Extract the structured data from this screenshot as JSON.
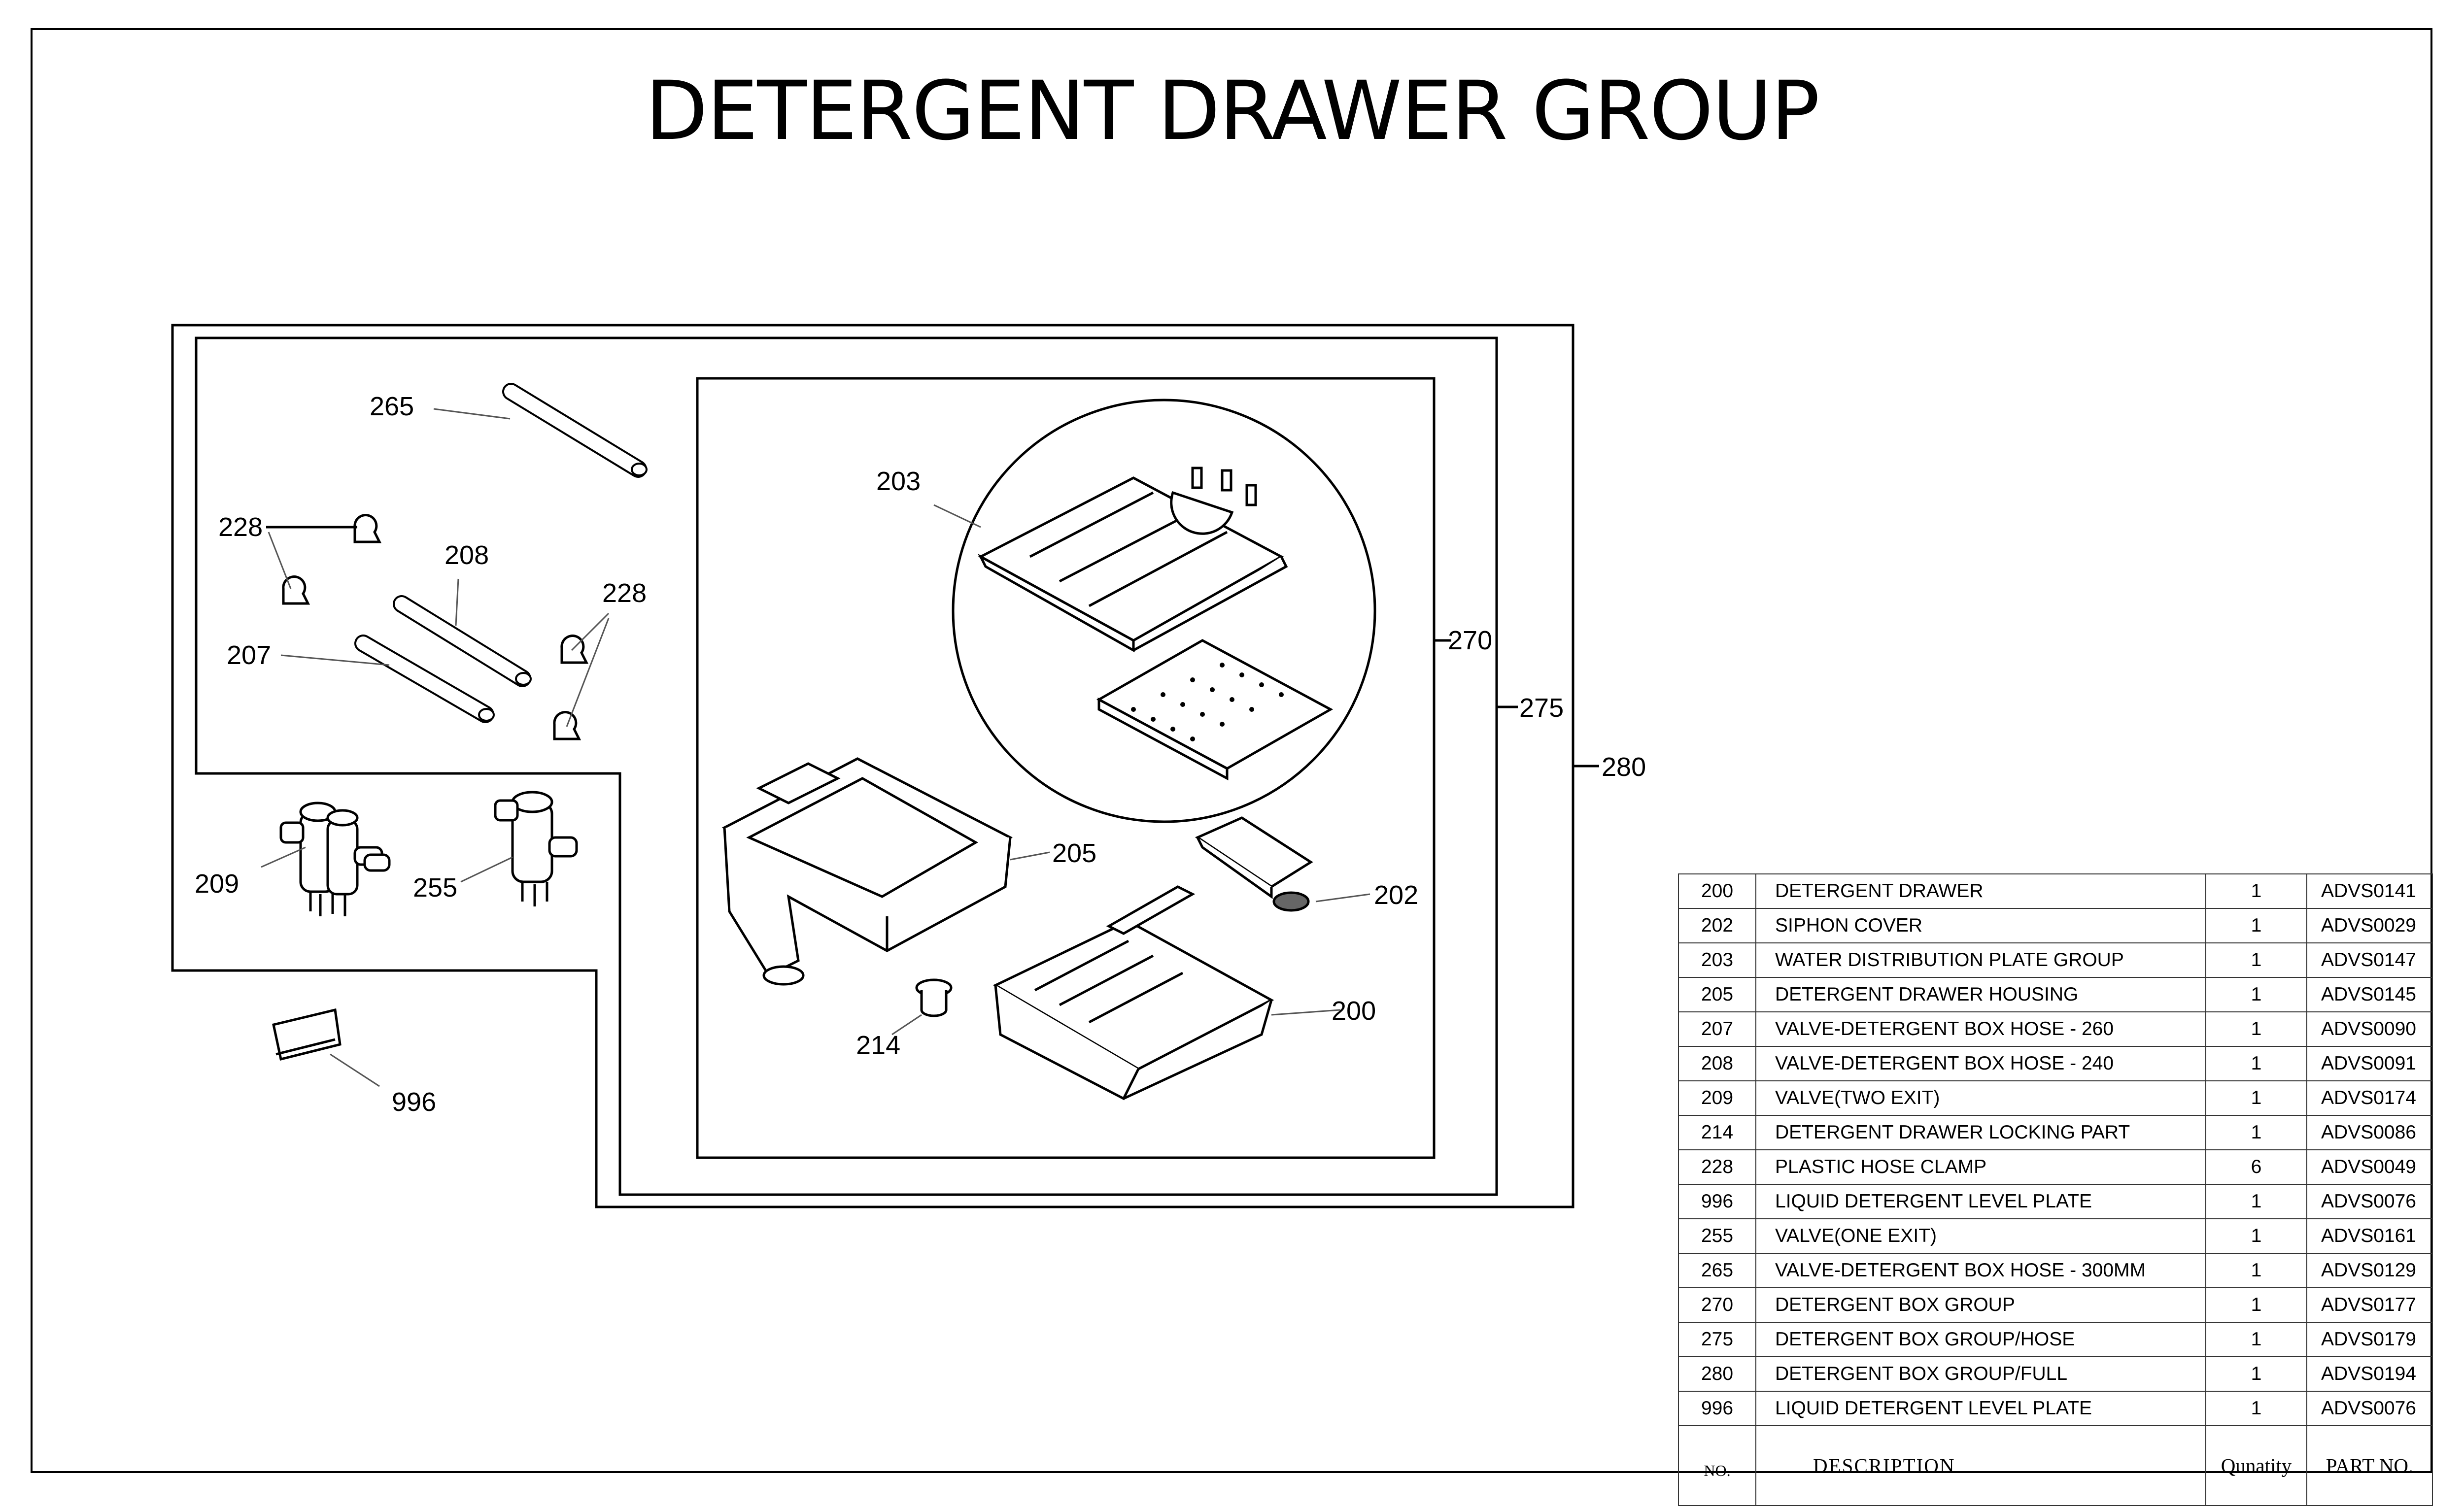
{
  "title": "DETERGENT DRAWER GROUP",
  "callouts": {
    "265": "265",
    "228a": "228",
    "208": "208",
    "228b": "228",
    "207": "207",
    "209": "209",
    "255": "255",
    "996": "996",
    "203": "203",
    "205": "205",
    "202": "202",
    "214": "214",
    "200": "200",
    "270": "270",
    "275": "275",
    "280": "280"
  },
  "table": {
    "header": {
      "no": "NO.",
      "description": "DESCRIPTION",
      "quantity": "Qunatity",
      "part_no": "PART NO."
    },
    "rows": [
      {
        "no": "200",
        "description": "DETERGENT DRAWER",
        "qty": "1",
        "part_no": "ADVS0141"
      },
      {
        "no": "202",
        "description": "SIPHON COVER",
        "qty": "1",
        "part_no": "ADVS0029"
      },
      {
        "no": "203",
        "description": "WATER DISTRIBUTION PLATE GROUP",
        "qty": "1",
        "part_no": "ADVS0147"
      },
      {
        "no": "205",
        "description": "DETERGENT DRAWER HOUSING",
        "qty": "1",
        "part_no": "ADVS0145"
      },
      {
        "no": "207",
        "description": "VALVE-DETERGENT BOX HOSE - 260",
        "qty": "1",
        "part_no": "ADVS0090"
      },
      {
        "no": "208",
        "description": "VALVE-DETERGENT BOX HOSE - 240",
        "qty": "1",
        "part_no": "ADVS0091"
      },
      {
        "no": "209",
        "description": "VALVE(TWO EXIT)",
        "qty": "1",
        "part_no": "ADVS0174"
      },
      {
        "no": "214",
        "description": "DETERGENT DRAWER LOCKING PART",
        "qty": "1",
        "part_no": "ADVS0086"
      },
      {
        "no": "228",
        "description": "PLASTIC HOSE CLAMP",
        "qty": "6",
        "part_no": "ADVS0049"
      },
      {
        "no": "996",
        "description": "LIQUID DETERGENT LEVEL PLATE",
        "qty": "1",
        "part_no": "ADVS0076"
      },
      {
        "no": "255",
        "description": "VALVE(ONE EXIT)",
        "qty": "1",
        "part_no": "ADVS0161"
      },
      {
        "no": "265",
        "description": "VALVE-DETERGENT BOX HOSE - 300MM",
        "qty": "1",
        "part_no": "ADVS0129"
      },
      {
        "no": "270",
        "description": "DETERGENT BOX GROUP",
        "qty": "1",
        "part_no": "ADVS0177"
      },
      {
        "no": "275",
        "description": "DETERGENT BOX GROUP/HOSE",
        "qty": "1",
        "part_no": "ADVS0179"
      },
      {
        "no": "280",
        "description": "DETERGENT BOX GROUP/FULL",
        "qty": "1",
        "part_no": "ADVS0194"
      },
      {
        "no": "996",
        "description": "LIQUID DETERGENT LEVEL PLATE",
        "qty": "1",
        "part_no": "ADVS0076"
      }
    ]
  }
}
